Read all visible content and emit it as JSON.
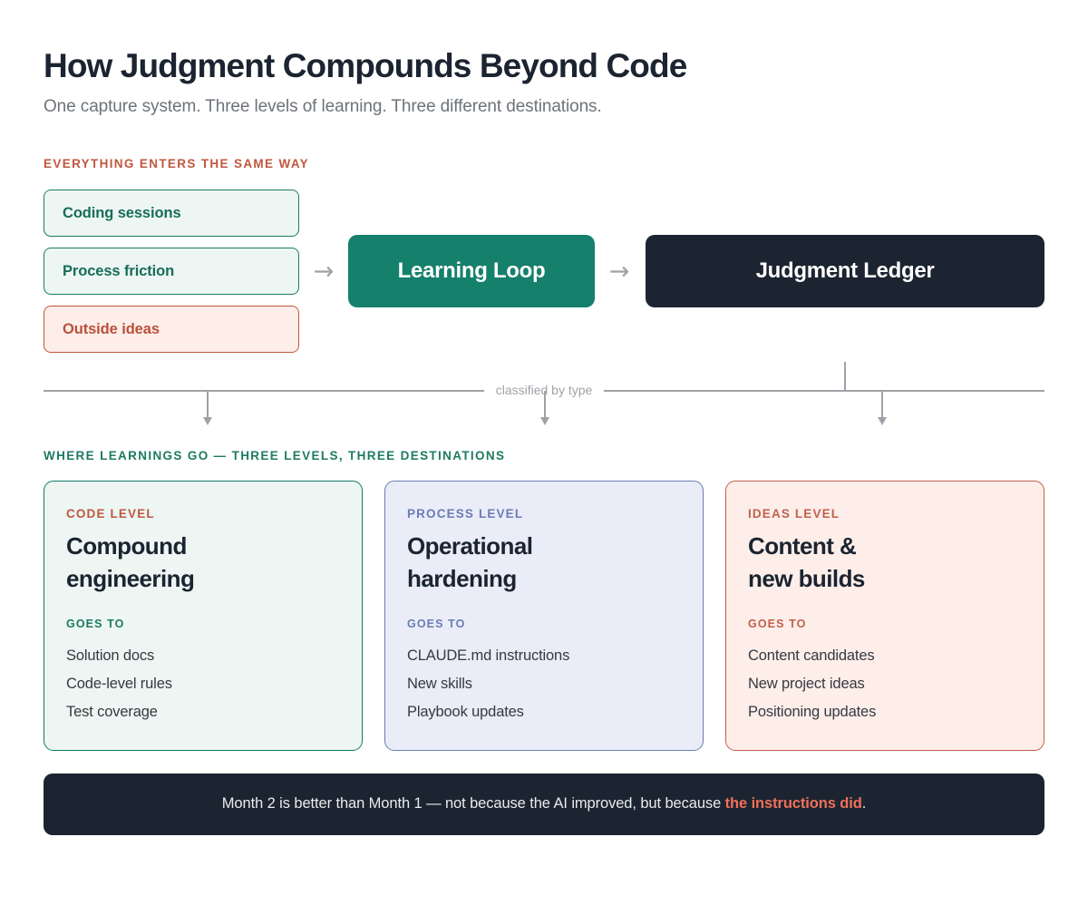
{
  "header": {
    "title": "How Judgment Compounds Beyond Code",
    "subtitle": "One capture system. Three levels of learning. Three different destinations."
  },
  "intake": {
    "section_label": "EVERYTHING ENTERS THE SAME WAY",
    "sources": [
      {
        "label": "Coding sessions",
        "tone": "teal"
      },
      {
        "label": "Process friction",
        "tone": "teal"
      },
      {
        "label": "Outside ideas",
        "tone": "red"
      }
    ],
    "arrow_glyph": "→",
    "nodes": [
      {
        "label": "Learning Loop",
        "tone": "teal"
      },
      {
        "label": "Judgment Ledger",
        "tone": "dark"
      }
    ]
  },
  "connector": {
    "label": "classified by type"
  },
  "destinations": {
    "section_label": "WHERE LEARNINGS GO — THREE LEVELS, THREE DESTINATIONS",
    "goes_to_label": "GOES TO",
    "cards": [
      {
        "kicker": "CODE LEVEL",
        "title": "Compound\nengineering",
        "items": [
          "Solution docs",
          "Code-level rules",
          "Test coverage"
        ]
      },
      {
        "kicker": "PROCESS LEVEL",
        "title": "Operational\nhardening",
        "items": [
          "CLAUDE.md instructions",
          "New skills",
          "Playbook updates"
        ]
      },
      {
        "kicker": "IDEAS LEVEL",
        "title": "Content &\nnew builds",
        "items": [
          "Content candidates",
          "New project ideas",
          "Positioning updates"
        ]
      }
    ]
  },
  "footer": {
    "text_before": "Month 2 is better than Month 1 — not because the AI improved, but because ",
    "highlight": "the instructions did",
    "text_after": "."
  },
  "colors": {
    "teal": "#15806b",
    "teal_dark": "#0f7a63",
    "terracotta": "#c0573f",
    "periwinkle": "#6b7bb5",
    "ink": "#1b2430",
    "coral": "#f0705a",
    "connector_gray": "#9ea3a8"
  }
}
